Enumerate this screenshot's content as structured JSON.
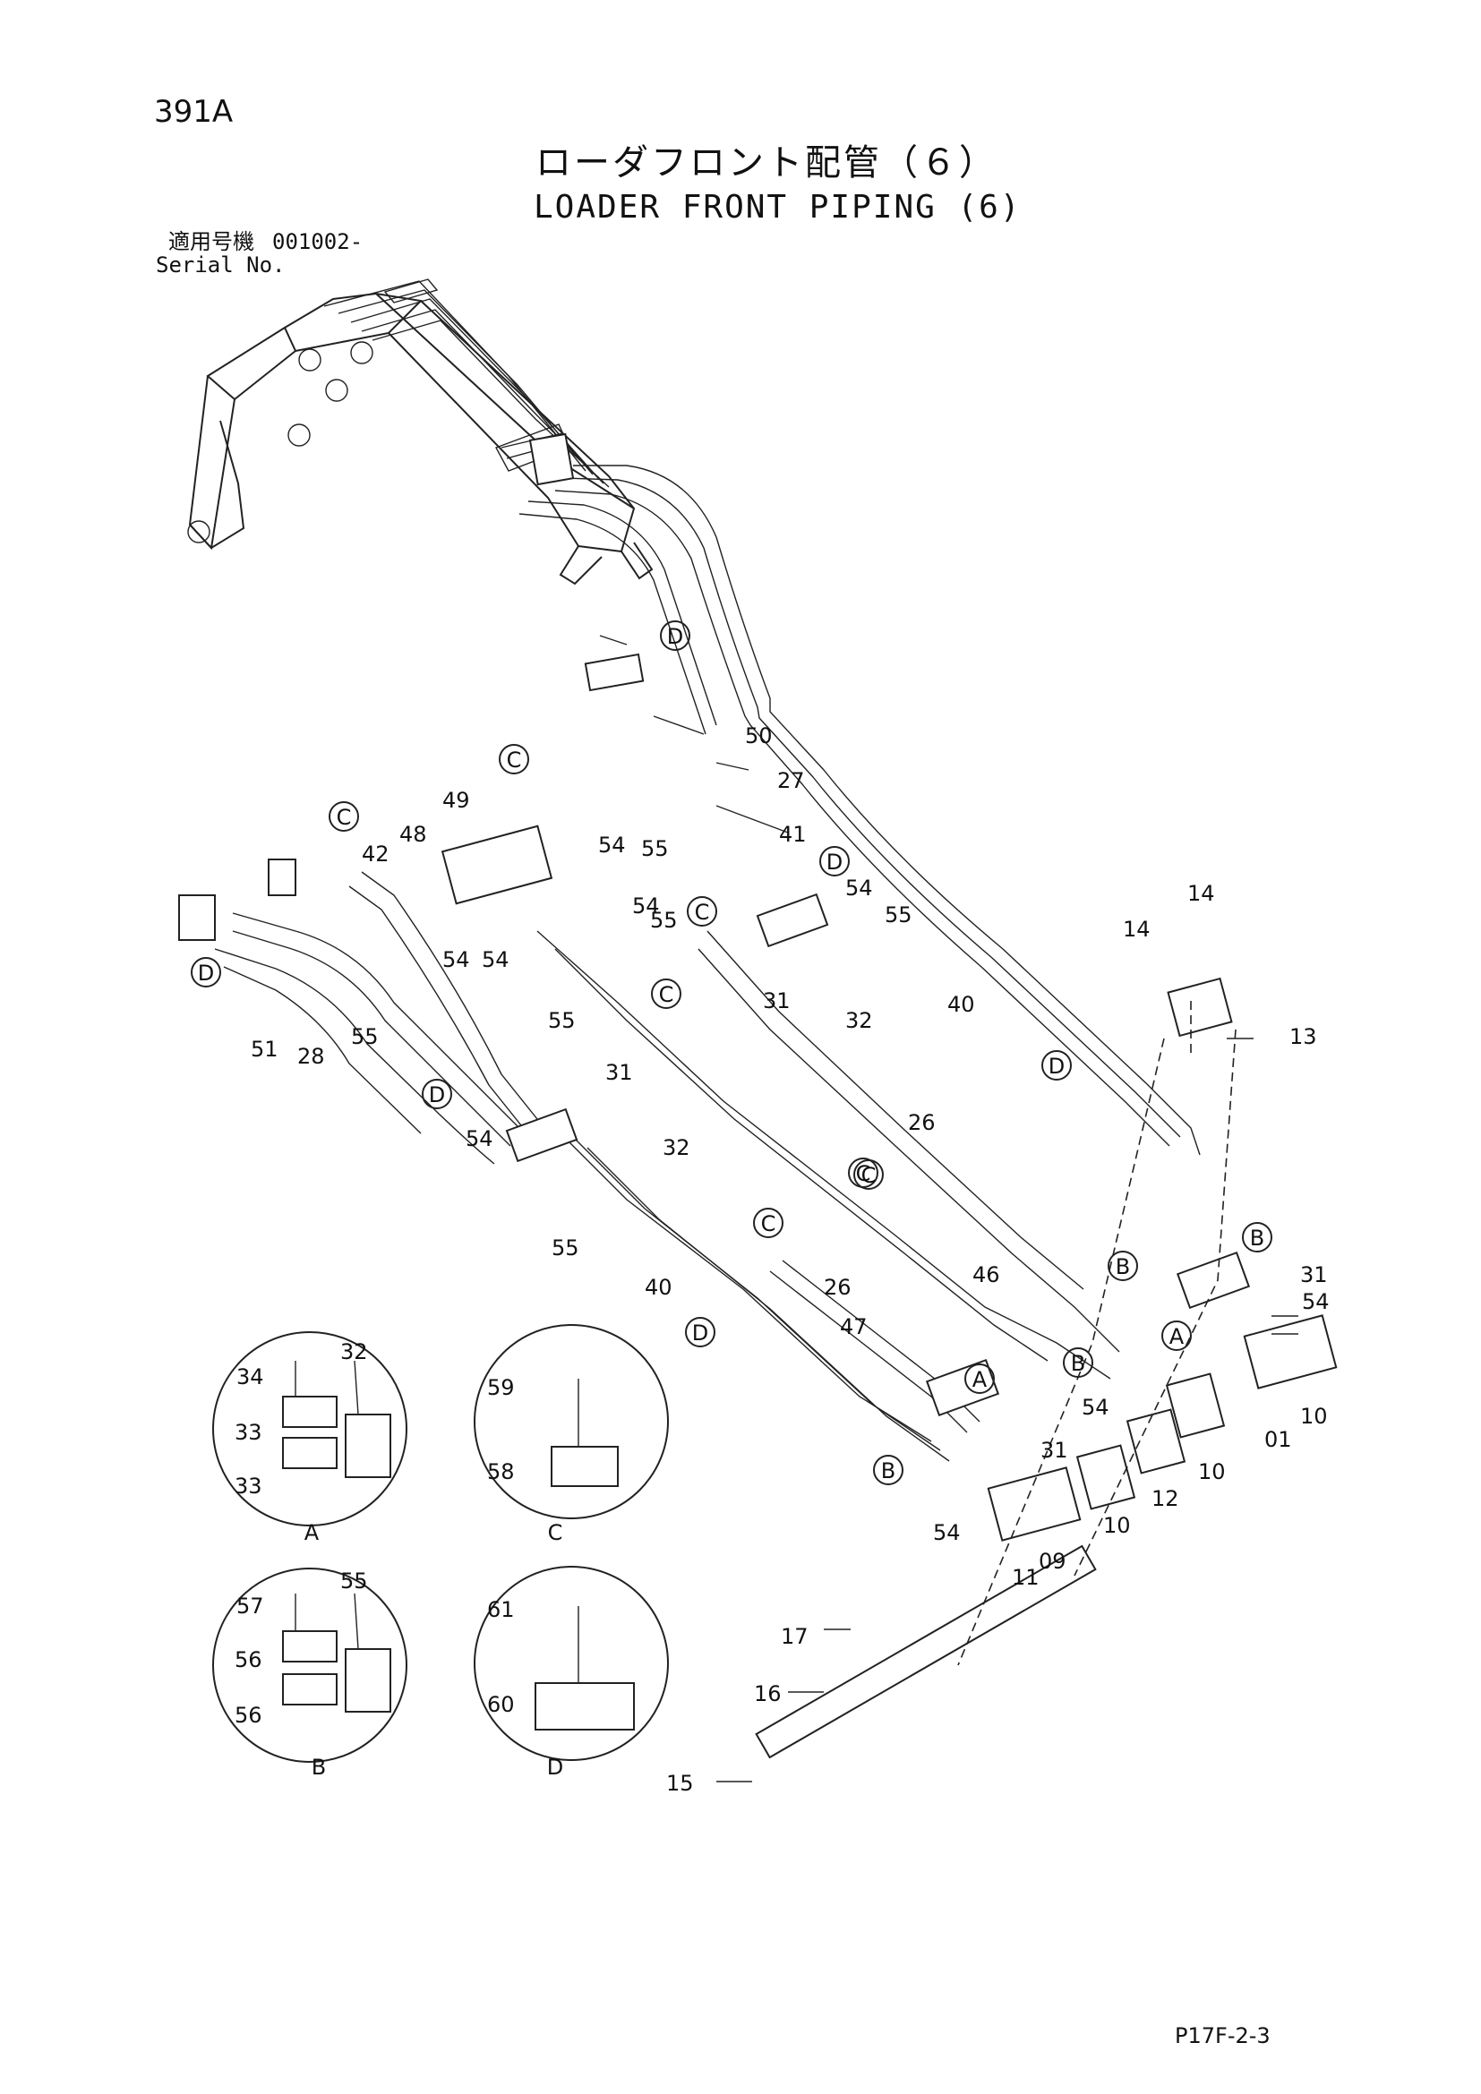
{
  "header": {
    "page_number": "391A",
    "title_ja": "ローダフロント配管（６）",
    "title_en": "LOADER FRONT PIPING (6)",
    "serial_label_ja": "適用号機",
    "serial_number": "001002-",
    "serial_label_en": "Serial No."
  },
  "footer": {
    "drawing_code": "P17F-2-3"
  },
  "part_numbers": [
    "50",
    "27",
    "41",
    "49",
    "48",
    "54",
    "55",
    "42",
    "54",
    "55",
    "54",
    "54",
    "51",
    "28",
    "55",
    "55",
    "31",
    "54",
    "55",
    "32",
    "55",
    "32",
    "40",
    "26",
    "40",
    "26",
    "46",
    "47",
    "31",
    "54",
    "54",
    "31",
    "54",
    "14",
    "14",
    "13",
    "31",
    "54",
    "10",
    "01",
    "12",
    "10",
    "10",
    "11",
    "09",
    "17",
    "16",
    "15"
  ],
  "callouts": [
    "D",
    "C",
    "C",
    "D",
    "C",
    "D",
    "C",
    "D",
    "C",
    "C",
    "D",
    "C",
    "D",
    "B",
    "B",
    "A",
    "B",
    "A",
    "B"
  ],
  "detail_views": [
    {
      "label": "A",
      "parts": [
        "34",
        "32",
        "33",
        "33"
      ]
    },
    {
      "label": "C",
      "parts": [
        "59",
        "58"
      ]
    },
    {
      "label": "B",
      "parts": [
        "57",
        "55",
        "56",
        "56"
      ]
    },
    {
      "label": "D",
      "parts": [
        "61",
        "60"
      ]
    }
  ]
}
